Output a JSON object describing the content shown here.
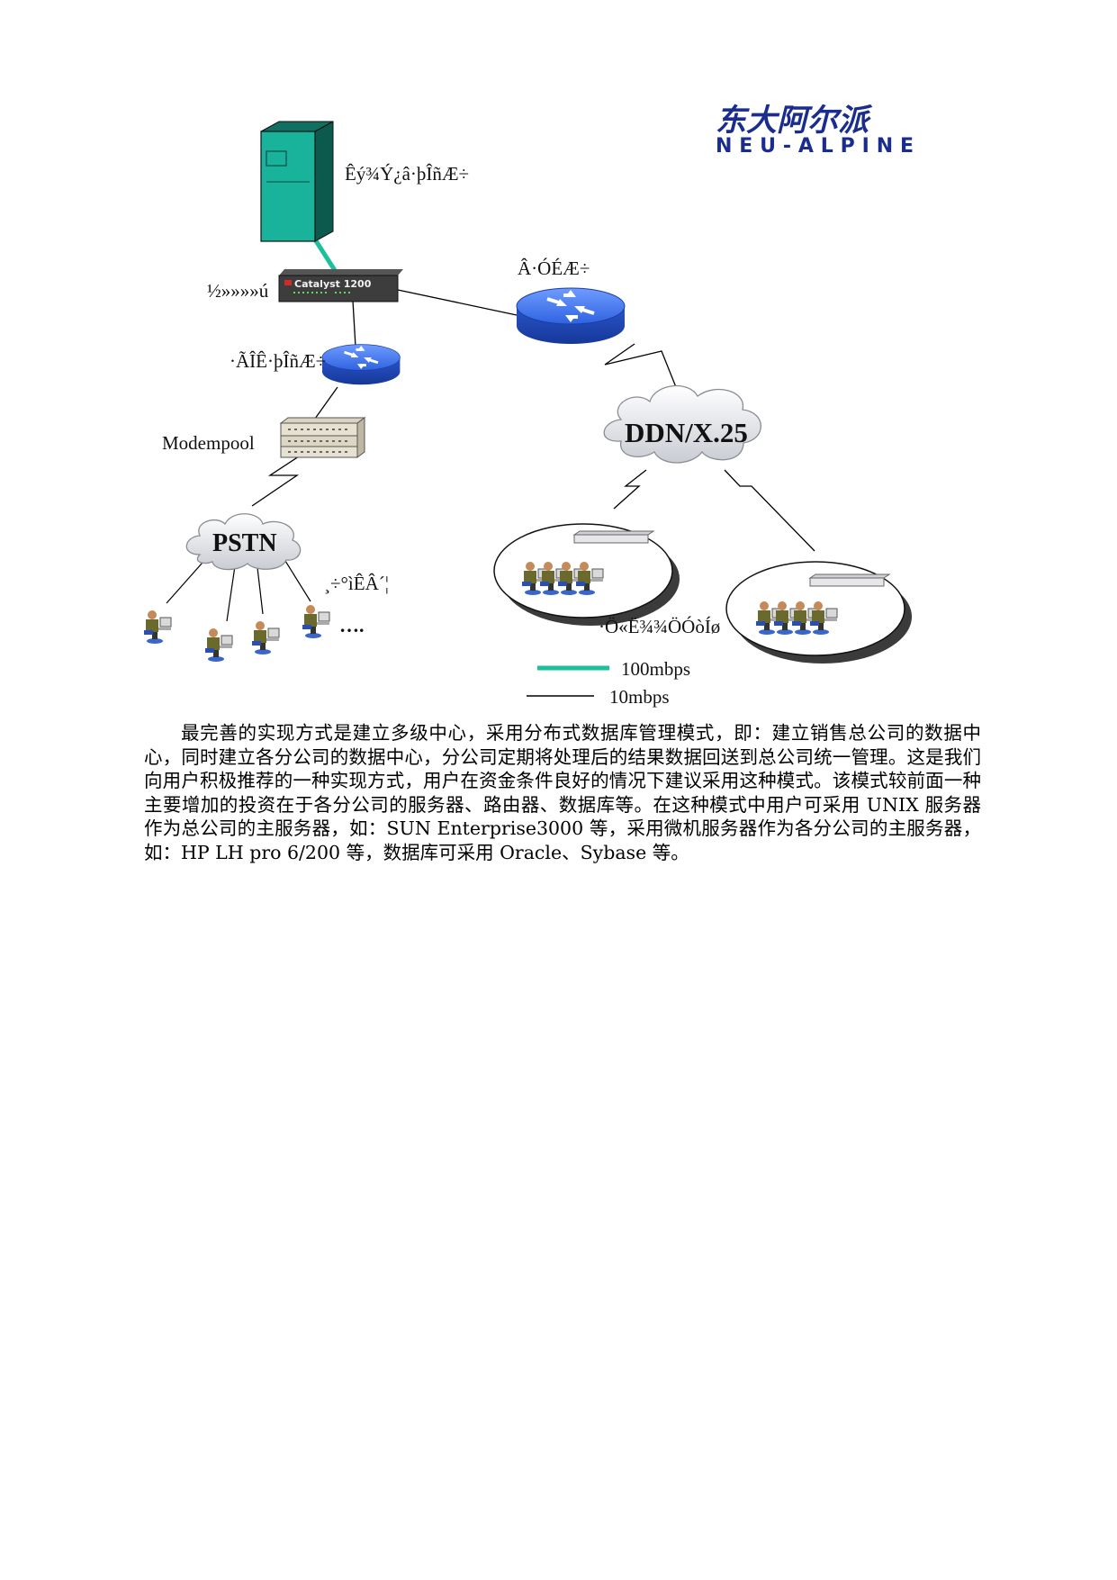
{
  "logo": {
    "cn": "东大阿尔派",
    "en": "NEU-ALPINE"
  },
  "diagram": {
    "labels": {
      "server": "Êý¾Ý¿â·þÎñÆ÷",
      "switch": "½»»»»ú",
      "switch_brand": "Catalyst 1200",
      "router_main": "Â·ÓÉÆ÷",
      "access_server": "·ÃÎÊ·þÎñÆ÷",
      "modempool": "Modempool",
      "ddn": "DDN/X.25",
      "pstn": "PSTN",
      "remote_users": "¸÷°ìÊÂ´¦",
      "ellipsis": "….",
      "branch": "·Ö«Ë¾¾ÖÓòÍø"
    },
    "legend": [
      {
        "label": "100mbps",
        "color": "#1fbf9c"
      },
      {
        "label": "10mbps",
        "color": "#000000"
      }
    ],
    "colors": {
      "server_body": "#19b39b",
      "router_blue": "#2f63e0"
    }
  },
  "paragraph": "最完善的实现方式是建立多级中心，采用分布式数据库管理模式，即：建立销售总公司的数据中心，同时建立各分公司的数据中心，分公司定期将处理后的结果数据回送到总公司统一管理。这是我们向用户积极推荐的一种实现方式，用户在资金条件良好的情况下建议采用这种模式。该模式较前面一种主要增加的投资在于各分公司的服务器、路由器、数据库等。在这种模式中用户可采用 UNIX 服务器作为总公司的主服务器，如：SUN Enterprise3000 等，采用微机服务器作为各分公司的主服务器，如：HP LH pro 6/200 等，数据库可采用 Oracle、Sybase 等。"
}
